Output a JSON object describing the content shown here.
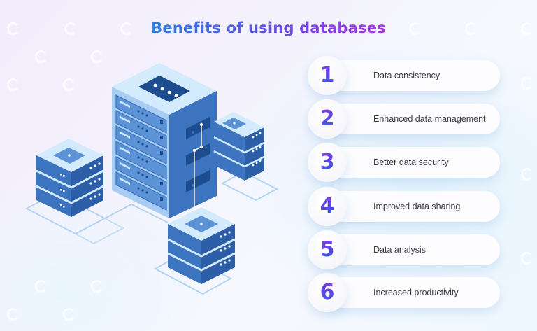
{
  "header": {
    "title": "Benefits of using databases"
  },
  "benefits": [
    {
      "number": "1",
      "label": "Data consistency"
    },
    {
      "number": "2",
      "label": "Enhanced data management"
    },
    {
      "number": "3",
      "label": "Better data security"
    },
    {
      "number": "4",
      "label": "Improved data sharing"
    },
    {
      "number": "5",
      "label": "Data analysis"
    },
    {
      "number": "6",
      "label": "Increased productivity"
    }
  ],
  "illustration": {
    "description": "Isometric database servers connected by network lines",
    "colors": {
      "dark_blue": "#1e4d8f",
      "mid_blue": "#3d74c0",
      "light_blue": "#5b93d6",
      "pale_blue": "#c9e4fb",
      "line_blue": "#a9cdef"
    }
  },
  "theme": {
    "title_gradient": [
      "#2a7fe3",
      "#a233e2"
    ],
    "number_gradient": [
      "#7c3ce8",
      "#3b62ea"
    ]
  }
}
